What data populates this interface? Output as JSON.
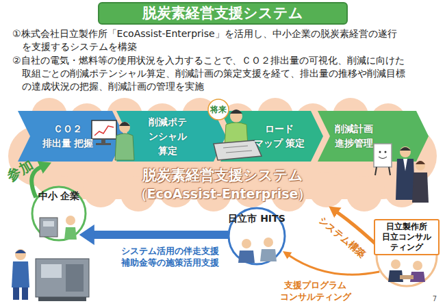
{
  "diagram": {
    "title": "脱炭素経営支援システム",
    "nodes": [
      {
        "text": [
          "脱炭素経営支援システム",
          "（EcoAssist-Enterprise）"
        ]
      },
      {
        "text": [
          "ＣＯ２ 排出量 把握"
        ],
        "in": 0
      },
      {
        "text": [
          "削減ポテ ンシャル 算定"
        ],
        "in": 0
      },
      {
        "text": [
          "ロード マップ 策定"
        ],
        "in": 0
      },
      {
        "text": [
          "削減計画 進捗管理"
        ],
        "in": 0
      },
      {
        "text": [
          "中小 企業"
        ]
      },
      {
        "text": [
          "日立市 HITS"
        ]
      },
      {
        "text": [
          "日立製作所 日立コンサル ティング"
        ]
      }
    ],
    "edges": [
      {
        "from": 5,
        "to": 1,
        "arrow": "to",
        "label": "参加"
      },
      {
        "from": 6,
        "to": 5,
        "arrow": "to",
        "label": "システム活用の伴走支援 補助金等の施策活用支援"
      },
      {
        "from": 7,
        "to": 0,
        "arrow": "to",
        "label": "システム構築"
      },
      {
        "from": 7,
        "to": 6,
        "arrow": "to",
        "label": "支援プログラム コンサルティング"
      }
    ],
    "labels": [
      "①株式会社日立製作所「EcoAssist-Enterprise」を活用し、中小企業の脱炭素経営の遂行 を支援するシステムを構築",
      "②自社の電気・燃料等の使用状況を入力することで、ＣＯ２排出量の可視化、削減に向けた 取組ごとの削減ポテンシャル算定、削減計画の策定支援を経て、排出量の推移や削減目標 の達成状況の把握、削減計画の管理を実施",
      "将来",
      "7"
    ]
  }
}
